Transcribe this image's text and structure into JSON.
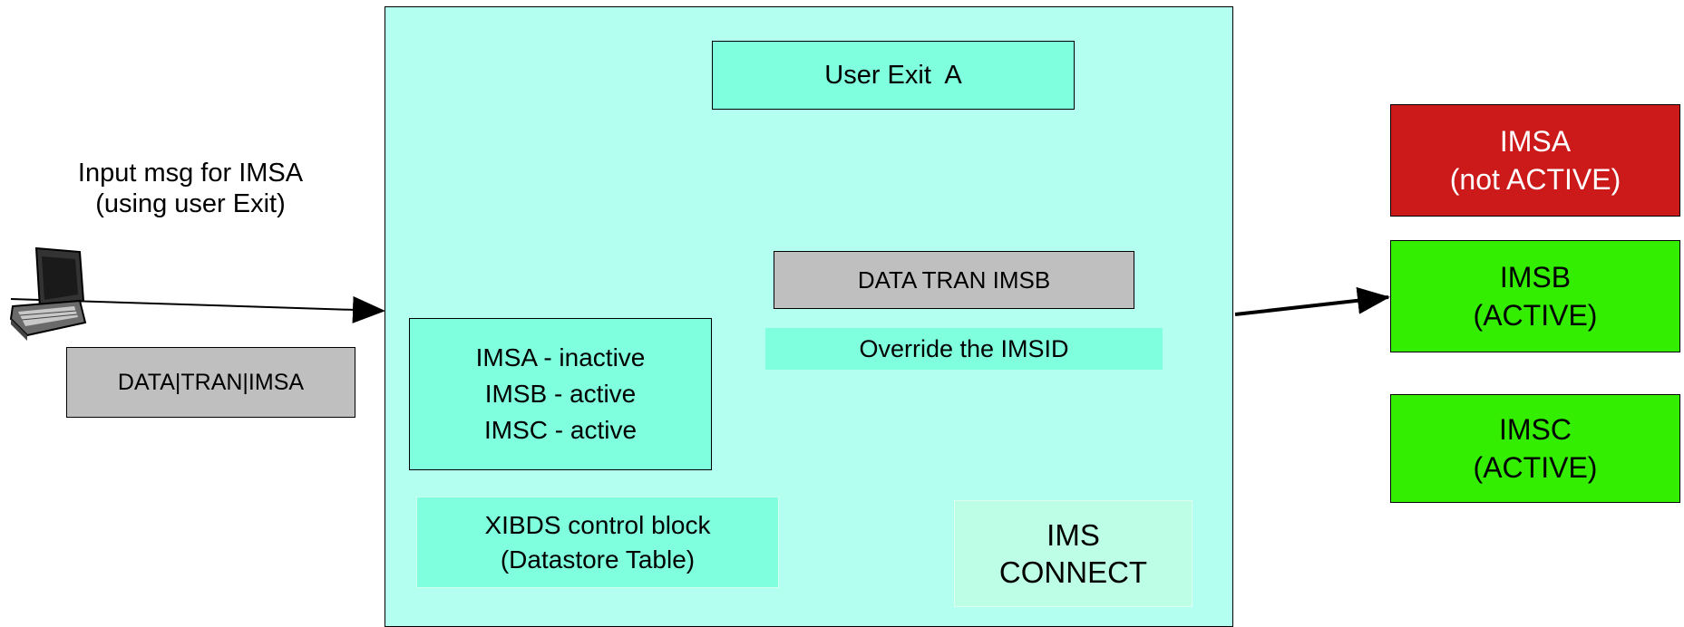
{
  "colors": {
    "connect_panel": "#b3fff0",
    "box_fill": "#80ffdf",
    "grey_box": "#bfbfbf",
    "inactive": "#cc1a1a",
    "active": "#33ee00"
  },
  "diagram": {
    "input_caption": [
      "Input msg for IMSA",
      "(using user Exit)"
    ],
    "input_message": "DATA|TRAN|IMSA",
    "user_exit": "User Exit  A",
    "data_tran_imsb": "DATA TRAN IMSB",
    "override_label": "Override the IMSID",
    "datastore_status": [
      "IMSA - inactive",
      "IMSB - active",
      "IMSC - active"
    ],
    "xibds": [
      "XIBDS control block",
      "(Datastore Table)"
    ],
    "ims_connect": [
      "IMS",
      "CONNECT"
    ],
    "imsa": [
      "IMSA",
      "(not ACTIVE)"
    ],
    "imsb": [
      "IMSB",
      "(ACTIVE)"
    ],
    "imsc": [
      "IMSC",
      "(ACTIVE)"
    ]
  },
  "icons": {
    "terminal": "laptop-terminal-icon"
  }
}
